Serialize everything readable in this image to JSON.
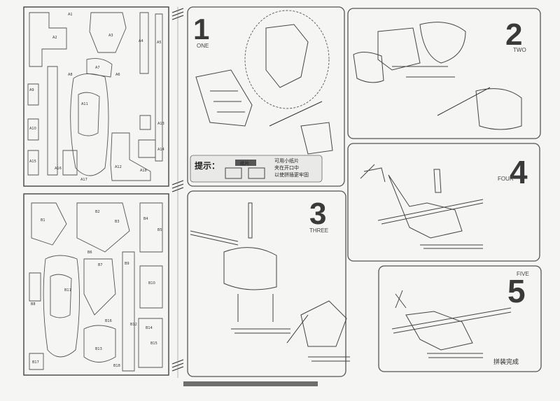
{
  "sheet": {
    "colors": {
      "paper": "#f5f5f3",
      "line": "#444444",
      "bar": "#6e6e6e",
      "tip_bar": "#555555"
    }
  },
  "parts_a": [
    "A1",
    "A2",
    "A3",
    "A4",
    "A5",
    "A6",
    "A7",
    "A8",
    "A9",
    "A10",
    "A11",
    "A12",
    "A13",
    "A14",
    "A15",
    "A16",
    "A17",
    "A18"
  ],
  "parts_b": [
    "B1",
    "B2",
    "B3",
    "B4",
    "B5",
    "B6",
    "B7",
    "B8",
    "B9",
    "B10",
    "B11",
    "B12",
    "B13",
    "B14",
    "B15",
    "B16",
    "B17",
    "B18"
  ],
  "steps": [
    {
      "number": "1",
      "word": "ONE"
    },
    {
      "number": "2",
      "word": "TWO"
    },
    {
      "number": "3",
      "word": "THREE"
    },
    {
      "number": "4",
      "word": "FOUR"
    },
    {
      "number": "5",
      "word": "FIVE"
    }
  ],
  "tip": {
    "title": "提示：",
    "badge": "纸片",
    "lines": [
      "可用小纸片",
      "夹在开口中",
      "以使拼插更牢固"
    ]
  },
  "finish_label": "拼装完成"
}
